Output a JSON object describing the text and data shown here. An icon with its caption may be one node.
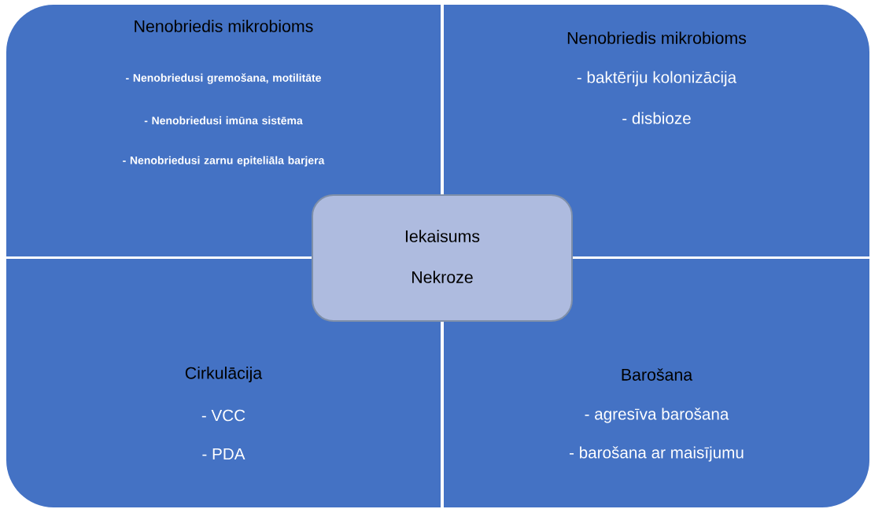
{
  "diagram": {
    "nodes": [
      {
        "text": [
          "Nenobriedis mikrobioms",
          "- Nenobriedusi gremošana, motilitāte",
          "- Nenobriedusi imūna sistēma",
          "- Nenobriedusi zarnu epiteliāla barjera"
        ]
      },
      {
        "text": [
          "Nenobriedis mikrobioms",
          "- baktēriju kolonizācija",
          "- disbioze"
        ]
      },
      {
        "text": [
          "Cirkulācija",
          "- VCC",
          "- PDA"
        ]
      },
      {
        "text": [
          "Barošana",
          "- agresīva barošana",
          "- barošana ar maisījumu"
        ]
      },
      {
        "text": [
          "Iekaisums",
          "Nekroze"
        ]
      }
    ]
  }
}
